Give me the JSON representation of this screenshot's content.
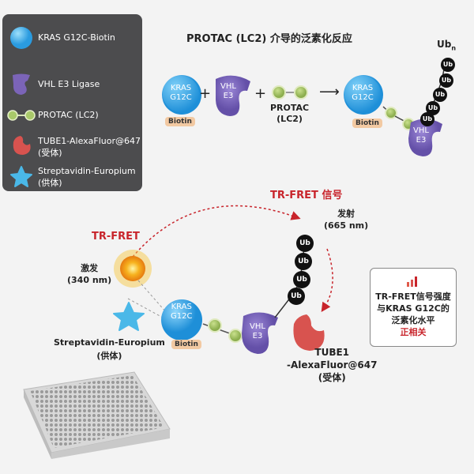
{
  "legend": {
    "items": [
      {
        "label": "KRAS G12C-Biotin",
        "icon": "kras-sphere-icon"
      },
      {
        "label": "VHL E3 Ligase",
        "icon": "vhl-icon"
      },
      {
        "label": "PROTAC (LC2)",
        "icon": "protac-icon"
      },
      {
        "label": "TUBE1-AlexaFluor@647\n(受体)",
        "icon": "tube1-icon"
      },
      {
        "label": "Streptavidin-Europium\n(供体)",
        "icon": "star-icon"
      }
    ]
  },
  "reaction": {
    "title": "PROTAC (LC2) 介导的泛素化反应",
    "kras_label": "KRAS\nG12C",
    "biotin_label": "Biotin",
    "vhl_label": "VHL\nE3",
    "protac_label": "PROTAC\n(LC2)",
    "plus": "+",
    "arrow": "⟶",
    "ub_label": "Ub",
    "ubn_label": "Ub",
    "ubn_sub": "n"
  },
  "fret": {
    "signal_label": "TR-FRET 信号",
    "emission_label": "发射\n(665 nm)",
    "trfret_label": "TR-FRET",
    "excitation_label": "激发\n(340 nm)",
    "donor_label": "Streptavidin-Europium\n(供体)",
    "acceptor_label": "TUBE1\n-AlexaFluor@647\n(受体)",
    "kras_label": "KRAS\nG12C",
    "biotin_label": "Biotin",
    "vhl_label": "VHL\nE3",
    "ub_label": "Ub"
  },
  "info_box": {
    "line1": "TR-FRET信号强度",
    "line2": "与KRAS G12C的",
    "line3": "泛素化水平",
    "line4": "正相关"
  },
  "colors": {
    "kras": "#2a9be0",
    "vhl": "#7b64b8",
    "protac": "#a9c96a",
    "tube1": "#d8534f",
    "star": "#4ab8e8",
    "signal_red": "#c8242b",
    "legend_bg": "#4c4c4e"
  }
}
